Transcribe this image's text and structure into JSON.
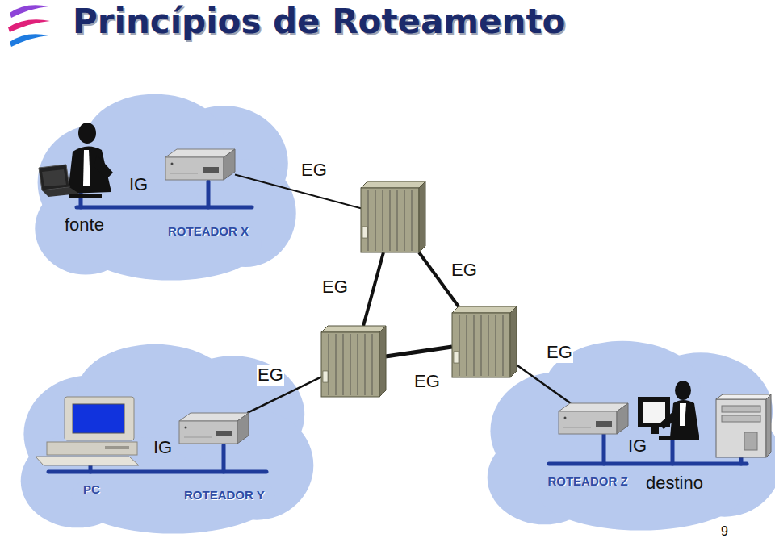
{
  "diagram": {
    "title": "Princípios de Roteamento",
    "nodes": [
      {
        "text": [
          "IG"
        ]
      },
      {
        "text": [
          "ROTEADOR X"
        ],
        "in": 0
      },
      {
        "text": []
      },
      {
        "text": []
      },
      {
        "text": []
      },
      {
        "text": [
          "IG"
        ]
      },
      {
        "text": [
          "ROTEADOR Y"
        ],
        "in": 5
      },
      {
        "text": [
          "IG"
        ]
      },
      {
        "text": [
          "ROTEADOR Z"
        ],
        "in": 7
      }
    ],
    "edges": [
      {
        "from": 1,
        "to": 2,
        "label": "EG",
        "arrow": "none"
      },
      {
        "from": 2,
        "to": 3,
        "label": "EG",
        "arrow": "none"
      },
      {
        "from": 2,
        "to": 4,
        "label": "EG",
        "arrow": "none"
      },
      {
        "from": 6,
        "to": 3,
        "label": "EG",
        "arrow": "none"
      },
      {
        "from": 3,
        "to": 4,
        "label": "EG",
        "arrow": "none"
      },
      {
        "from": 4,
        "to": 8,
        "label": "EG",
        "arrow": "none"
      }
    ],
    "labels": [
      "fonte",
      "PC",
      "destino",
      "9"
    ]
  }
}
